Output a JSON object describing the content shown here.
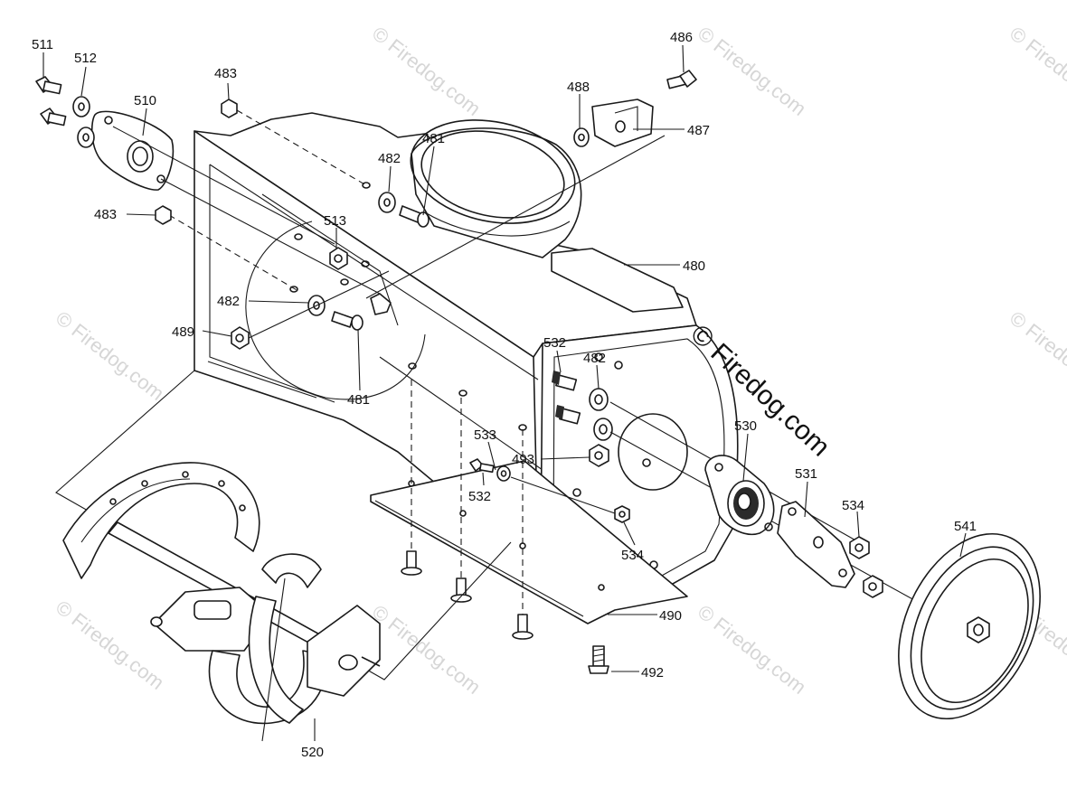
{
  "watermark": {
    "small": "© Firedog.com",
    "large": "© Firedog.com"
  },
  "callouts": [
    {
      "id": "511",
      "label": "511"
    },
    {
      "id": "512",
      "label": "512"
    },
    {
      "id": "510",
      "label": "510"
    },
    {
      "id": "483a",
      "label": "483"
    },
    {
      "id": "483b",
      "label": "483"
    },
    {
      "id": "481a",
      "label": "481"
    },
    {
      "id": "482a",
      "label": "482"
    },
    {
      "id": "513",
      "label": "513"
    },
    {
      "id": "482b",
      "label": "482"
    },
    {
      "id": "489",
      "label": "489"
    },
    {
      "id": "481b",
      "label": "481"
    },
    {
      "id": "488",
      "label": "488"
    },
    {
      "id": "486",
      "label": "486"
    },
    {
      "id": "487",
      "label": "487"
    },
    {
      "id": "480",
      "label": "480"
    },
    {
      "id": "532a",
      "label": "532"
    },
    {
      "id": "482c",
      "label": "482"
    },
    {
      "id": "530",
      "label": "530"
    },
    {
      "id": "531",
      "label": "531"
    },
    {
      "id": "534a",
      "label": "534"
    },
    {
      "id": "541",
      "label": "541"
    },
    {
      "id": "533",
      "label": "533"
    },
    {
      "id": "493",
      "label": "493"
    },
    {
      "id": "532b",
      "label": "532"
    },
    {
      "id": "534b",
      "label": "534"
    },
    {
      "id": "490",
      "label": "490"
    },
    {
      "id": "492",
      "label": "492"
    },
    {
      "id": "520",
      "label": "520"
    }
  ]
}
